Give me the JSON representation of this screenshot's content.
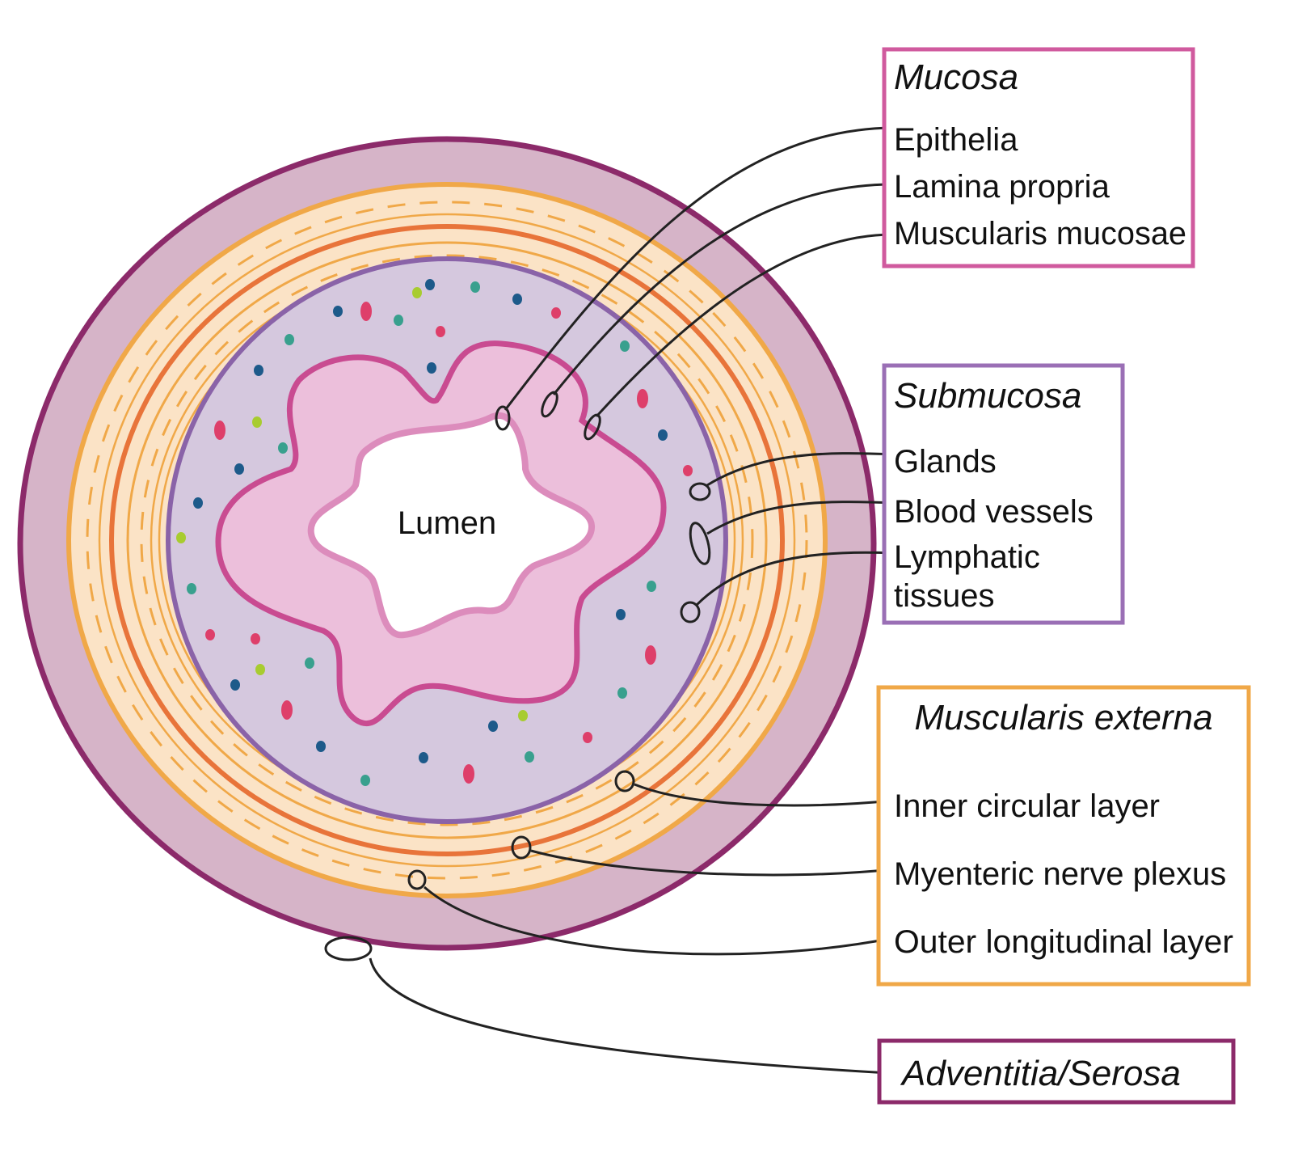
{
  "diagram": {
    "lumen_label": "Lumen",
    "colors": {
      "serosa_fill": "#d6b4c8",
      "serosa_stroke": "#8c2a6a",
      "muscle_fill": "#fbe3c6",
      "muscle_stroke": "#f0a848",
      "plexus_stroke": "#e8743a",
      "submucosa_fill": "#d5c8de",
      "submucosa_stroke": "#8a63a8",
      "mucosa_fill": "#ecbfdb",
      "mucosa_stroke": "#c94b91",
      "epithelium_stroke": "#dc8cbc",
      "dot_red": "#de3f6a",
      "dot_teal": "#39a08e",
      "dot_blue": "#1d5a8a",
      "dot_lime": "#a8cc30"
    }
  },
  "boxes": {
    "mucosa": {
      "title": "Mucosa",
      "color": "#d05a9e",
      "items": [
        "Epithelia",
        "Lamina propria",
        "Muscularis mucosae"
      ]
    },
    "submucosa": {
      "title": "Submucosa",
      "color": "#9a6fb5",
      "items": [
        "Glands",
        "Blood vessels",
        "Lymphatic",
        "tissues"
      ]
    },
    "muscularis_externa": {
      "title": "Muscularis externa",
      "color": "#f0a848",
      "items": [
        "Inner circular layer",
        "Myenteric nerve plexus",
        "Outer longitudinal layer"
      ]
    },
    "adventitia": {
      "title": "Adventitia/Serosa",
      "color": "#8c2a6a"
    }
  }
}
